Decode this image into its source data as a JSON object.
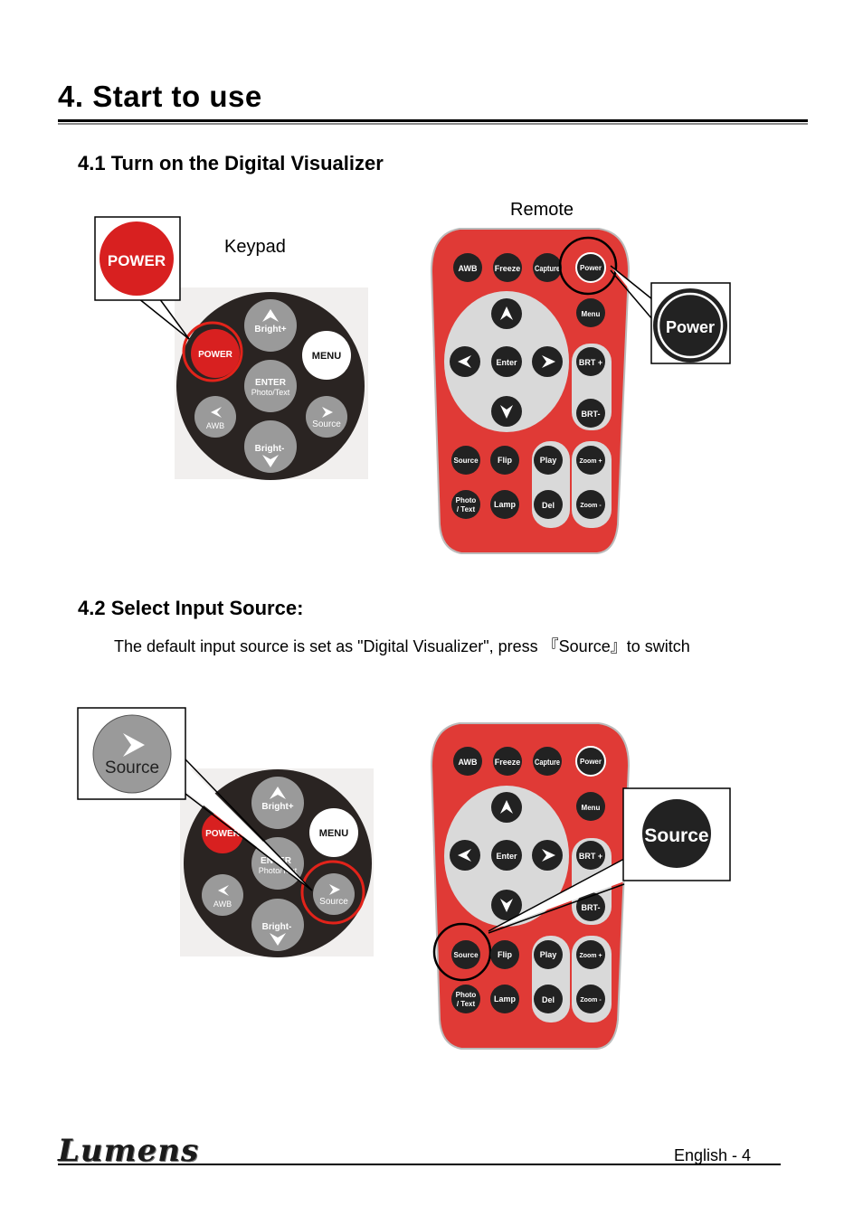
{
  "heading": "4. Start to use",
  "section1": {
    "title": "4.1 Turn on the Digital Visualizer",
    "label_remote": "Remote",
    "label_keypad": "Keypad"
  },
  "section2": {
    "title": "4.2 Select Input Source:",
    "text": "The default input source is set as \"Digital Visualizer\", press 『Source』to switch"
  },
  "keypad": {
    "bright_up": "Bright+",
    "power": "POWER",
    "menu": "MENU",
    "enter": "ENTER",
    "photo_text": "Photo/Text",
    "awb": "AWB",
    "source": "Source",
    "bright_down": "Bright-"
  },
  "remote": {
    "awb": "AWB",
    "freeze": "Freeze",
    "capture": "Capture",
    "power": "Power",
    "menu": "Menu",
    "enter": "Enter",
    "brt_up": "BRT +",
    "brt_down": "BRT-",
    "source": "Source",
    "flip": "Flip",
    "play": "Play",
    "zoom_in": "Zoom +",
    "photo": "Photo",
    "text": "/ Text",
    "lamp": "Lamp",
    "del": "Del",
    "zoom_out": "Zoom -"
  },
  "callouts": {
    "keypad_power": "POWER",
    "remote_power": "Power",
    "keypad_source": "Source",
    "remote_source": "Source"
  },
  "footer": {
    "logo": "Lumens",
    "page": "English - 4"
  },
  "colors": {
    "remote_red": "#e03a36",
    "keypad_dark": "#2a2422",
    "power_red": "#d82020"
  }
}
